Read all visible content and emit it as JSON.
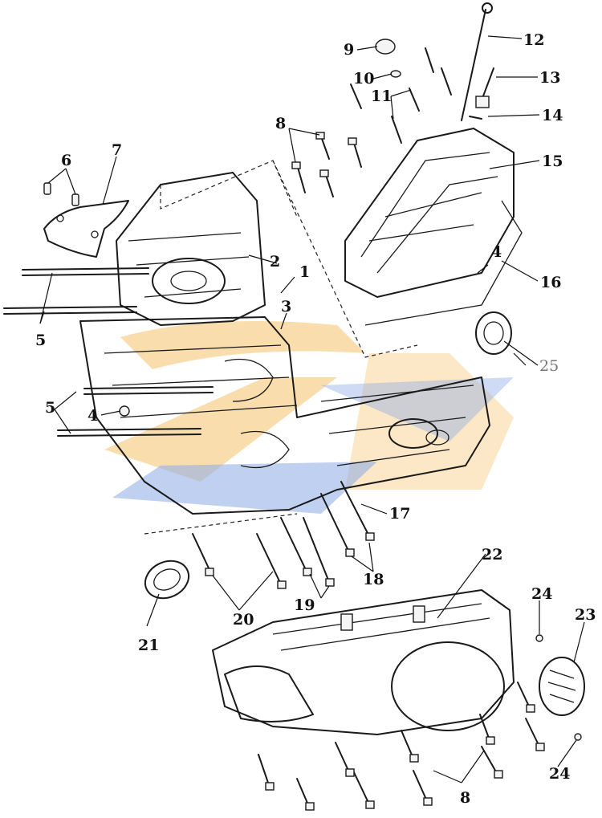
{
  "diagram": {
    "colors": {
      "line": "#1a1a1a",
      "watermark_orange": "#f5c26b",
      "watermark_blue": "#3c6fd0"
    },
    "callouts": [
      {
        "id": "1",
        "text": "1"
      },
      {
        "id": "2",
        "text": "2"
      },
      {
        "id": "3",
        "text": "3"
      },
      {
        "id": "4a",
        "text": "4"
      },
      {
        "id": "4b",
        "text": "4"
      },
      {
        "id": "5a",
        "text": "5"
      },
      {
        "id": "5b",
        "text": "5"
      },
      {
        "id": "6",
        "text": "6"
      },
      {
        "id": "7",
        "text": "7"
      },
      {
        "id": "8a",
        "text": "8"
      },
      {
        "id": "8b",
        "text": "8"
      },
      {
        "id": "9",
        "text": "9"
      },
      {
        "id": "10",
        "text": "10"
      },
      {
        "id": "11",
        "text": "11"
      },
      {
        "id": "12",
        "text": "12"
      },
      {
        "id": "13",
        "text": "13"
      },
      {
        "id": "14",
        "text": "14"
      },
      {
        "id": "15",
        "text": "15"
      },
      {
        "id": "16",
        "text": "16"
      },
      {
        "id": "17",
        "text": "17"
      },
      {
        "id": "18",
        "text": "18"
      },
      {
        "id": "19",
        "text": "19"
      },
      {
        "id": "20",
        "text": "20"
      },
      {
        "id": "21",
        "text": "21"
      },
      {
        "id": "22",
        "text": "22"
      },
      {
        "id": "23",
        "text": "23"
      },
      {
        "id": "24a",
        "text": "24"
      },
      {
        "id": "24b",
        "text": "24"
      },
      {
        "id": "25",
        "text": "25"
      }
    ]
  }
}
